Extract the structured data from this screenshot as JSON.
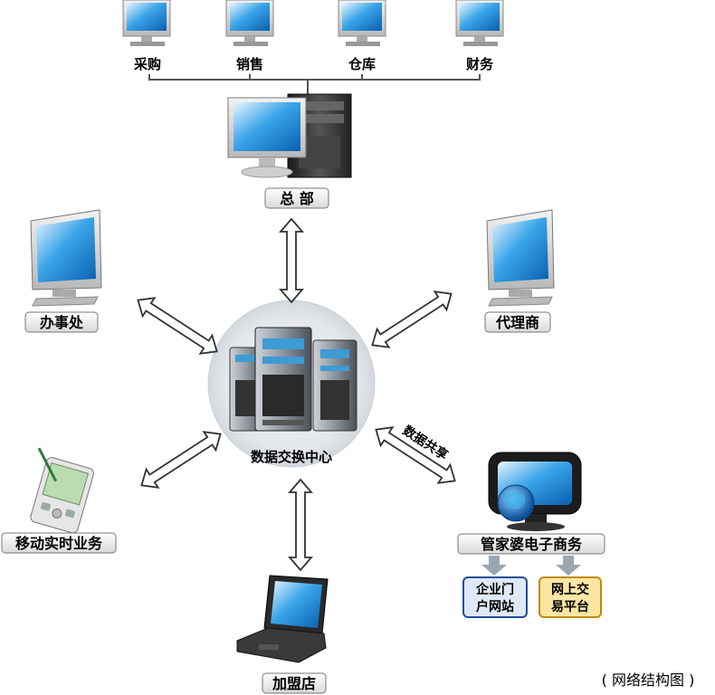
{
  "departments": [
    "采购",
    "销售",
    "仓库",
    "财务"
  ],
  "headquarters": "总 部",
  "hub": "数据交换中心",
  "office": "办事处",
  "agent": "代理商",
  "mobile": "移动实时业务",
  "franchise": "加盟店",
  "ecommerce": "管家婆电子商务",
  "sharing": "数据共享",
  "portal": [
    "企业门",
    "户网站"
  ],
  "trade": [
    "网上交",
    "易平台"
  ],
  "caption": "( 网络结构图 )",
  "colors": {
    "arrow_fill": "#ffffff",
    "arrow_stroke": "#333333",
    "label_bg": "#eeeeee",
    "portal_bg": "#dfe8f6",
    "portal_border": "#1f4e9c",
    "trade_bg": "#fbe6a4",
    "trade_border": "#c18a07",
    "down_arrow": "#9aa7b3"
  }
}
